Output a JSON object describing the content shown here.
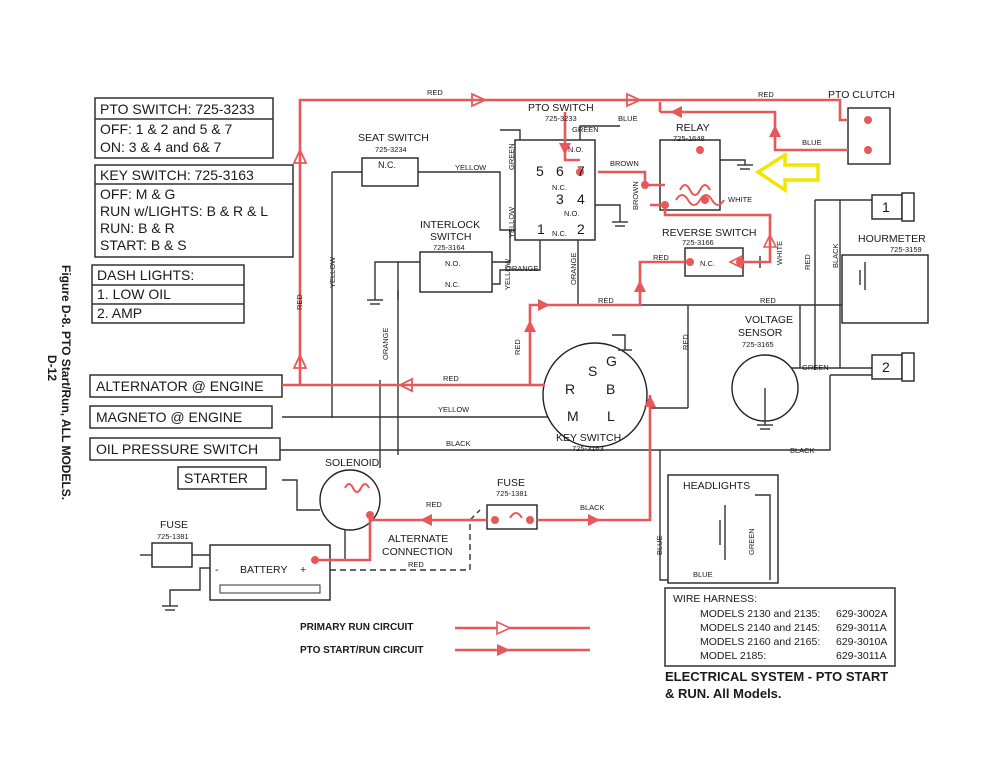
{
  "tables": {
    "pto_switch": {
      "title": "PTO SWITCH: 725-3233",
      "rows": [
        "OFF: 1 & 2 and 5 & 7",
        "ON:  3 & 4 and 6& 7"
      ]
    },
    "key_switch": {
      "title": "KEY SWITCH: 725-3163",
      "rows": [
        "OFF: M & G",
        "RUN w/LIGHTS:  B & R & L",
        "RUN: B & R",
        "START: B & S"
      ]
    },
    "dash_lights": {
      "title": "DASH LIGHTS:",
      "rows": [
        "1. LOW OIL",
        "2. AMP"
      ]
    }
  },
  "side_boxes": [
    "ALTERNATOR @ ENGINE",
    "MAGNETO @ ENGINE",
    "OIL PRESSURE SWITCH",
    "STARTER"
  ],
  "figure_caption": {
    "line1": "Figure D-8. PTO Start/Run, ALL MODELS.",
    "line2": "D-12"
  },
  "components": {
    "seat_switch": {
      "name": "SEAT SWITCH",
      "part": "725-3234",
      "contact": "N.C."
    },
    "pto_switch": {
      "name": "PTO SWITCH",
      "part": "725-3233",
      "no": "N.O.",
      "nc1": "N.C.",
      "no2": "N.O.",
      "nc2": "N.C.",
      "t5": "5",
      "t6": "6",
      "t7": "7",
      "t3": "3",
      "t4": "4",
      "t1": "1",
      "t2": "2"
    },
    "relay": {
      "name": "RELAY",
      "part": "725-1648"
    },
    "pto_clutch": {
      "name": "PTO CLUTCH"
    },
    "interlock_switch": {
      "name1": "INTERLOCK",
      "name2": "SWITCH",
      "part": "725-3164",
      "no": "N.O.",
      "nc": "N.C."
    },
    "reverse_switch": {
      "name": "REVERSE SWITCH",
      "part": "725-3166",
      "nc": "N.C."
    },
    "hourmeter": {
      "name": "HOURMETER",
      "part": "725-3159"
    },
    "voltage_sensor": {
      "name1": "VOLTAGE",
      "name2": "SENSOR",
      "part": "725-3165"
    },
    "key_switch": {
      "name": "KEY SWITCH",
      "part": "725-3163",
      "s": "S",
      "g": "G",
      "r": "R",
      "b": "B",
      "m": "M",
      "l": "L"
    },
    "solenoid": {
      "name": "SOLENOID"
    },
    "fuse_top": {
      "name": "FUSE",
      "part": "725-1381"
    },
    "fuse_left": {
      "name": "FUSE",
      "part": "725-1381"
    },
    "battery": {
      "name": "BATTERY",
      "minus": "-",
      "plus": "+"
    },
    "alternate": {
      "line1": "ALTERNATE",
      "line2": "CONNECTION",
      "wire": "RED"
    },
    "headlights": {
      "name": "HEADLIGHTS",
      "green": "GREEN",
      "blue": "BLUE"
    },
    "lamp1": "1",
    "lamp2": "2"
  },
  "wire_labels": {
    "red": "RED",
    "blue": "BLUE",
    "green": "GREEN",
    "yellow": "YELLOW",
    "orange": "ORANGE",
    "brown": "BROWN",
    "white": "WHITE",
    "black": "BLACK"
  },
  "legend": {
    "primary": "PRIMARY RUN CIRCUIT",
    "pto": "PTO START/RUN CIRCUIT"
  },
  "wire_harness": {
    "title": "WIRE HARNESS:",
    "rows": [
      {
        "models": "MODELS 2130 and 2135:",
        "part": "629-3002A"
      },
      {
        "models": "MODELS 2140 and 2145:",
        "part": "629-3011A"
      },
      {
        "models": "MODELS 2160 and 2165:",
        "part": "629-3010A"
      },
      {
        "models": "MODEL 2185:",
        "part": "629-3011A"
      }
    ]
  },
  "footer": {
    "line1": "ELECTRICAL SYSTEM - PTO START",
    "line2": "& RUN. All Models."
  },
  "colors": {
    "pto_circuit": "#e8585a",
    "wire": "#333333",
    "arrow_highlight": "#f2e600"
  }
}
